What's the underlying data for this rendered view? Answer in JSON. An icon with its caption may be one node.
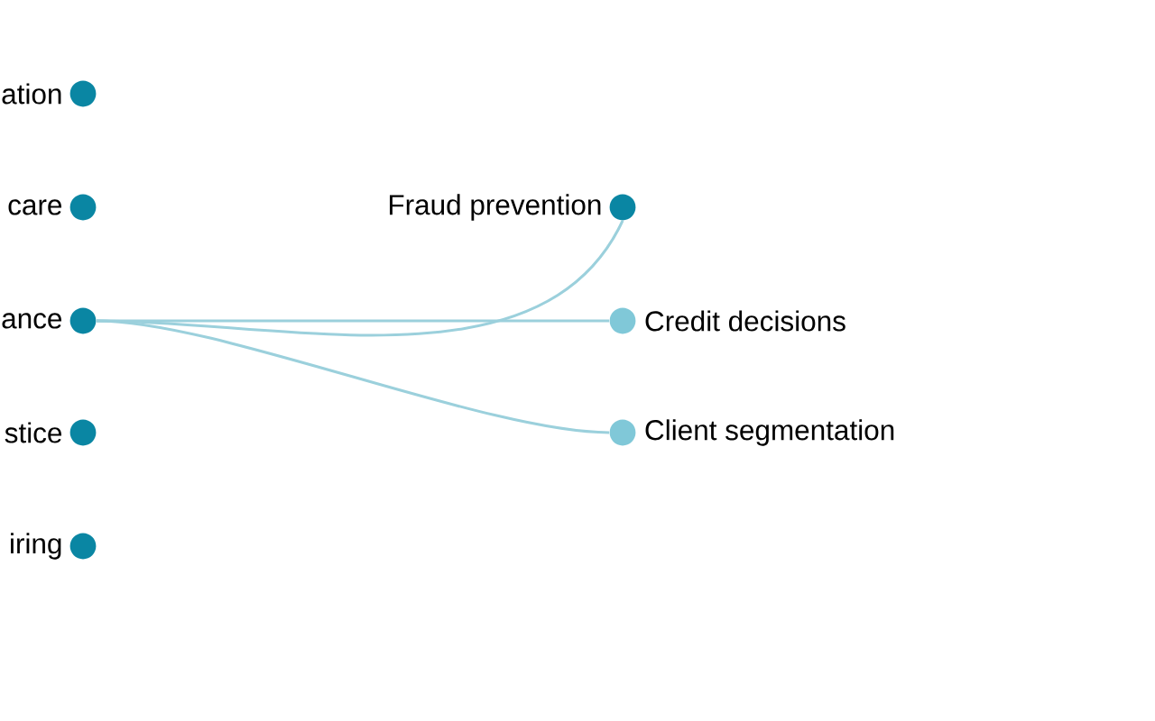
{
  "diagram": {
    "nodes": [
      {
        "text": [
          "ation"
        ]
      },
      {
        "text": [
          "care"
        ]
      },
      {
        "text": [
          "ance"
        ]
      },
      {
        "text": [
          "stice"
        ]
      },
      {
        "text": [
          "iring"
        ]
      },
      {
        "text": [
          "Fraud prevention"
        ]
      },
      {
        "text": [
          "Credit decisions"
        ]
      },
      {
        "text": [
          "Client segmentation"
        ]
      }
    ],
    "edges": [
      {
        "from": 2,
        "to": 5,
        "arrow": "none"
      },
      {
        "from": 2,
        "to": 6,
        "arrow": "none"
      },
      {
        "from": 2,
        "to": 7,
        "arrow": "none"
      }
    ]
  }
}
